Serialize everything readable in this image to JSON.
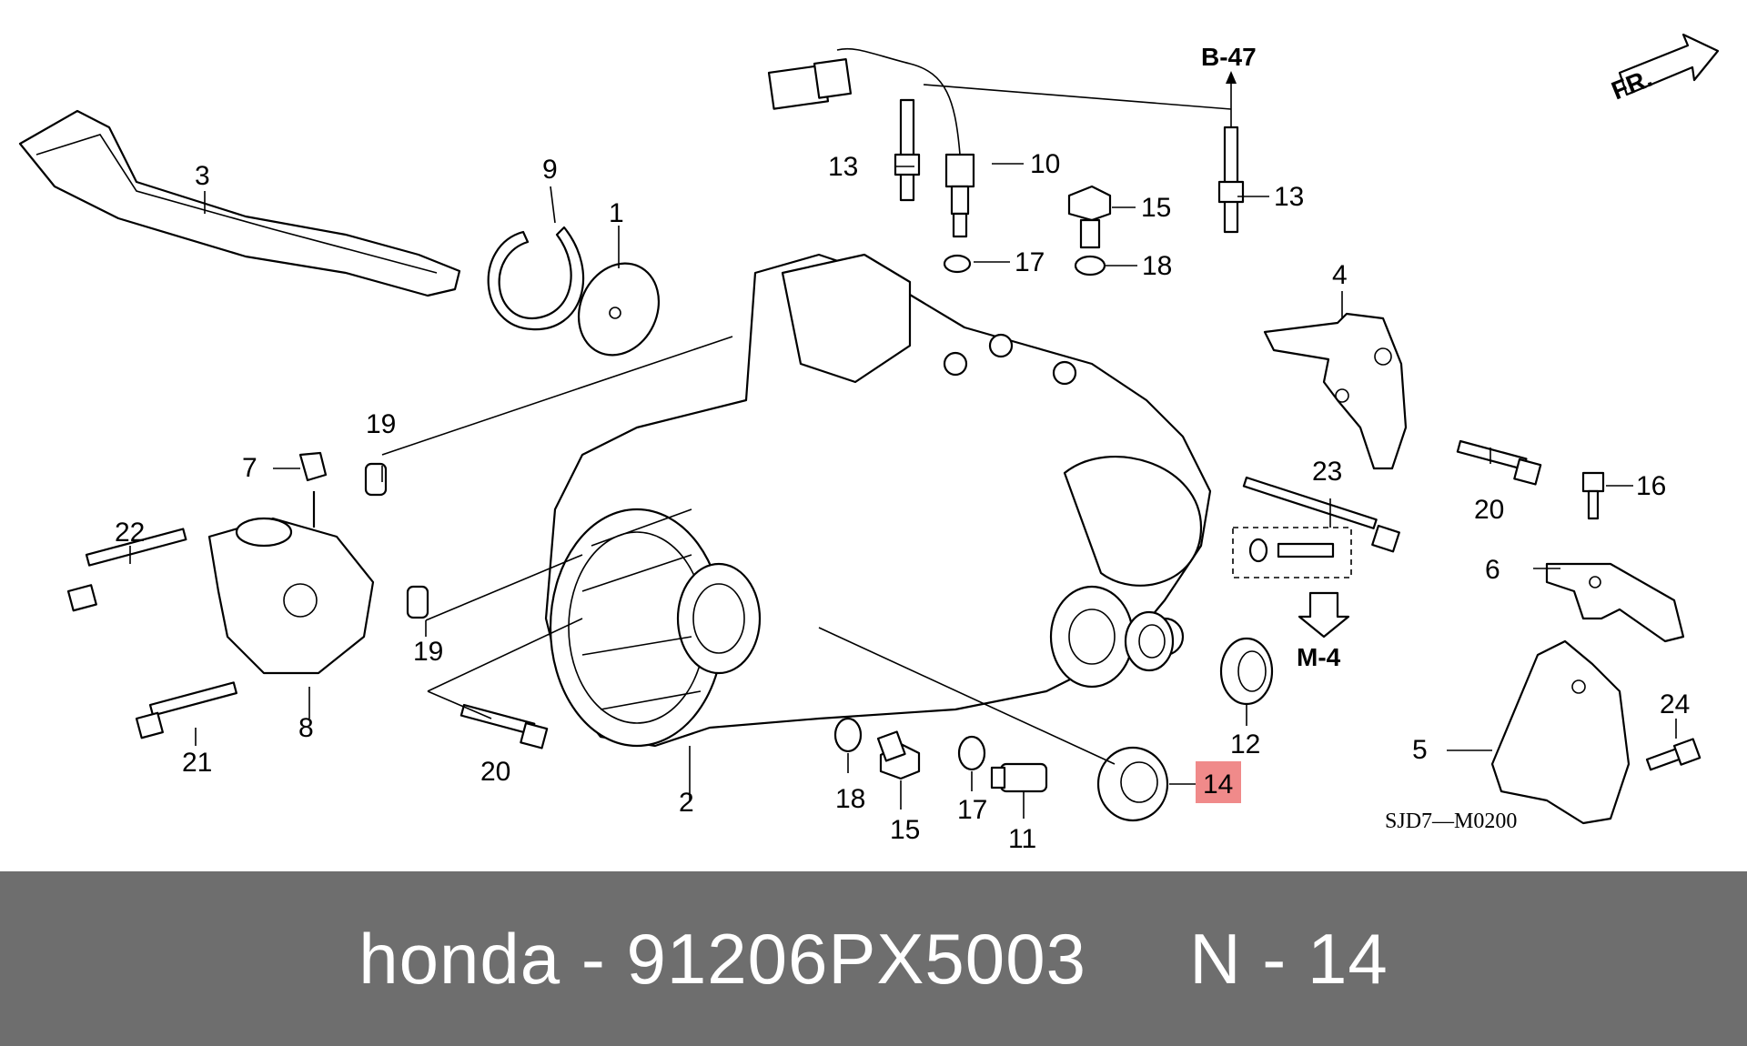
{
  "diagram": {
    "callouts": [
      "1",
      "2",
      "3",
      "4",
      "5",
      "6",
      "7",
      "8",
      "9",
      "10",
      "11",
      "12",
      "13",
      "13",
      "14",
      "15",
      "15",
      "16",
      "17",
      "17",
      "18",
      "18",
      "19",
      "19",
      "20",
      "20",
      "21",
      "22",
      "23",
      "24"
    ],
    "highlighted_callout": "14",
    "references": {
      "top": "B-47",
      "right": "M-4"
    },
    "direction_label": "FR.",
    "diagram_code": "SJD7—M0200",
    "highlight_color": "#f08a8a"
  },
  "footer": {
    "text": "honda - 91206PX5003     N - 14",
    "background": "#6e6e6e",
    "text_color": "#ffffff"
  }
}
